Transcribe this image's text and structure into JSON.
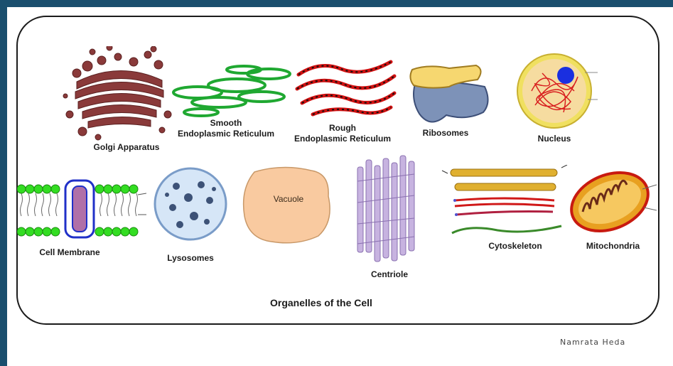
{
  "labels": {
    "golgi": "Golgi Apparatus",
    "smooth_er_line1": "Smooth",
    "smooth_er_line2": "Endoplasmic Reticulum",
    "rough_er_line1": "Rough",
    "rough_er_line2": "Endoplasmic Reticulum",
    "ribosomes": "Ribosomes",
    "nucleus": "Nucleus",
    "cell_membrane": "Cell Membrane",
    "lysosomes": "Lysosomes",
    "vacuole": "Vacuole",
    "centriole": "Centriole",
    "cytoskeleton": "Cytoskeleton",
    "mitochondria": "Mitochondria"
  },
  "caption": "Organelles of the Cell",
  "signature": "Namrata Heda",
  "colors": {
    "background": "#1a4f6e",
    "golgi": "#8a3a3a",
    "smooth_er": "#1fa831",
    "rough_er": "#d01010",
    "ribosome_yellow": "#f6d770",
    "ribosome_blue": "#7d92b8",
    "nucleus_ring": "#f0e060",
    "nucleolus": "#1a2fe0",
    "membrane_head": "#33dd22",
    "lysosome": "#d6e6f7",
    "vacuole": "#f9caa0",
    "centriole": "#c7b3e0",
    "cytoskeleton_tube": "#e0b030",
    "mitochondria_outer": "#c81a10"
  }
}
